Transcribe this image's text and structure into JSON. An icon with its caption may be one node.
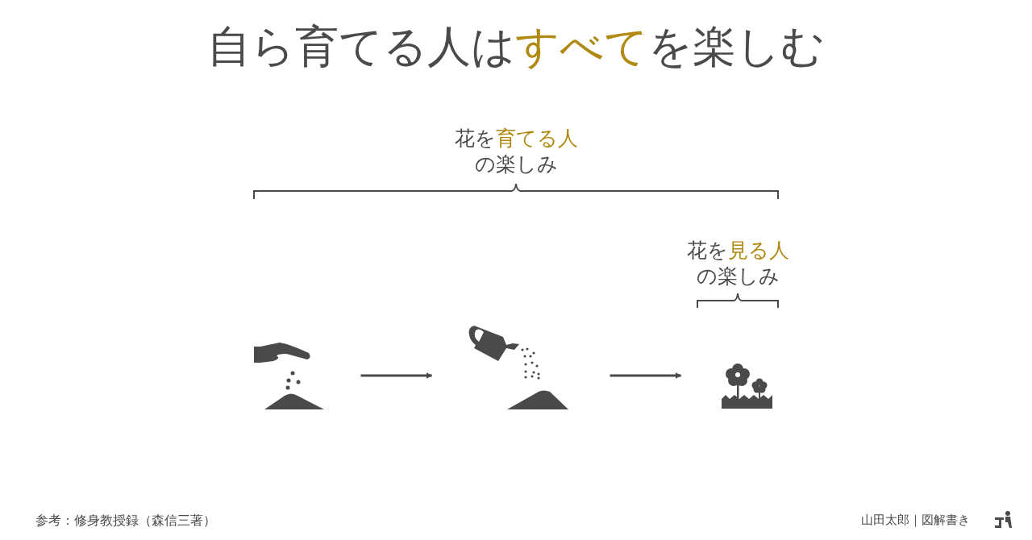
{
  "diagram": {
    "title": "自ら育てる人は**すべて**を楽しむ",
    "nodes": [
      {
        "text": [],
        "shape": "picture"
      },
      {
        "text": [],
        "shape": "picture"
      },
      {
        "text": [],
        "shape": "picture"
      }
    ],
    "edges": [
      {
        "from": 0,
        "to": 1,
        "arrow": "to"
      },
      {
        "from": 1,
        "to": 2,
        "arrow": "to"
      }
    ],
    "labels": [
      "花を**育てる人**の楽しみ",
      "花を**見る人**の楽しみ",
      "参考：修身教授録（森信三著）",
      "山田太郎｜図解書き"
    ]
  }
}
